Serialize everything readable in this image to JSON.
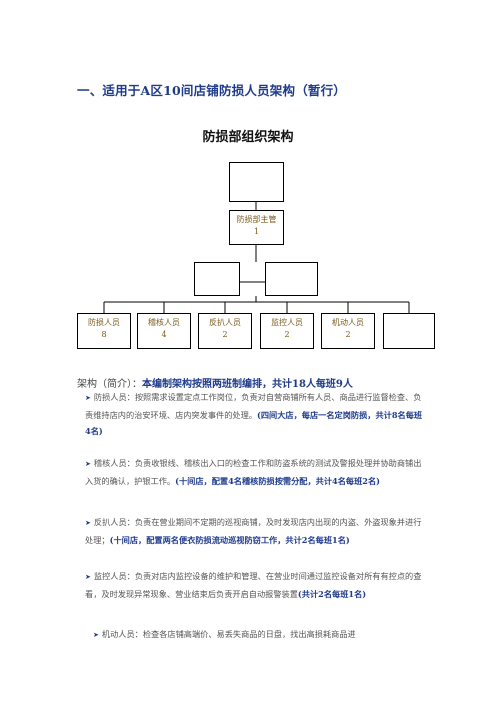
{
  "heading": "一、适用于A区10间店铺防损人员架构（暂行）",
  "org_title": "防损部组织架构",
  "org": {
    "manager": {
      "label": "防损部主管",
      "count": "1"
    },
    "staff": [
      {
        "label": "防损人员",
        "count": "8"
      },
      {
        "label": "稽核人员",
        "count": "4"
      },
      {
        "label": "反扒人员",
        "count": "2"
      },
      {
        "label": "监控人员",
        "count": "2"
      },
      {
        "label": "机动人员",
        "count": "2"
      },
      {
        "label": "",
        "count": ""
      }
    ]
  },
  "intro": {
    "prefix": "架构（简介）：",
    "emphasis": "本编制架构按照两班制编排，共计18人每班9人"
  },
  "paragraphs": [
    {
      "lead": "防损人员：按照需求设置定点工作岗位，负责对自营商铺所有人员、商品进行监督检查、负责维持店内的治安环境、店内突发事件的处理。",
      "note": "(四间大店，每店一名定岗防损，共计8名每班4名)"
    },
    {
      "lead": "稽核人员：负责收银线、稽核出入口的检查工作和防盗系统的测试及警报处理并协助商铺出入货的确认，护银工作。",
      "note": "(十间店，配置4名稽核防损按需分配，共计4名每班2名)"
    },
    {
      "lead": "反扒人员：负责在营业期间不定期的巡视商铺，及时发现店内出现的内盗、外盗现象并进行处理；",
      "note": "(十间店，配置两名便衣防损流动巡视防窃工作，共计2名每班1名)"
    },
    {
      "lead": "监控人员：负责对店内监控设备的维护和管理、在营业时间通过监控设备对所有有控点的查看，及时发现异常现象、营业结束后负责开启自动报警装置",
      "note": "(共计2名每班1名)"
    },
    {
      "lead": "机动人员：检查各店铺高端价、易丢失商品的日盘，找出高损耗商品进",
      "note": ""
    }
  ]
}
